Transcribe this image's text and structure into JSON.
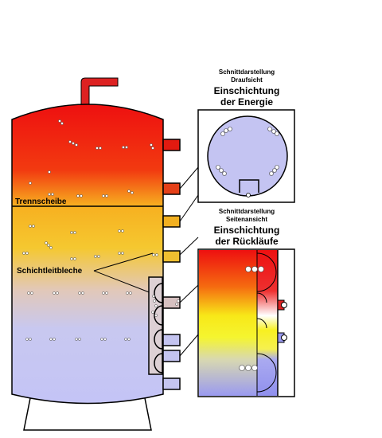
{
  "labels": {
    "trennscheibe": "Trennscheibe",
    "schichtleitbleche": "Schichtleitbleche",
    "top_view_caption_1": "Schnittdarstellung",
    "top_view_caption_2": "Draufsicht",
    "top_view_title_1": "Einschichtung",
    "top_view_title_2": "der Energie",
    "side_view_caption_1": "Schnittdarstellung",
    "side_view_caption_2": "Seitenansicht",
    "side_view_title_1": "Einschichtung",
    "side_view_title_2": "der Rückläufe"
  },
  "colors": {
    "hot": "#ee1111",
    "warm": "#f3c020",
    "cool": "#c8c8ec",
    "cold": "#bdbdf5",
    "outline": "#000000",
    "pipe": "#dd2222"
  }
}
